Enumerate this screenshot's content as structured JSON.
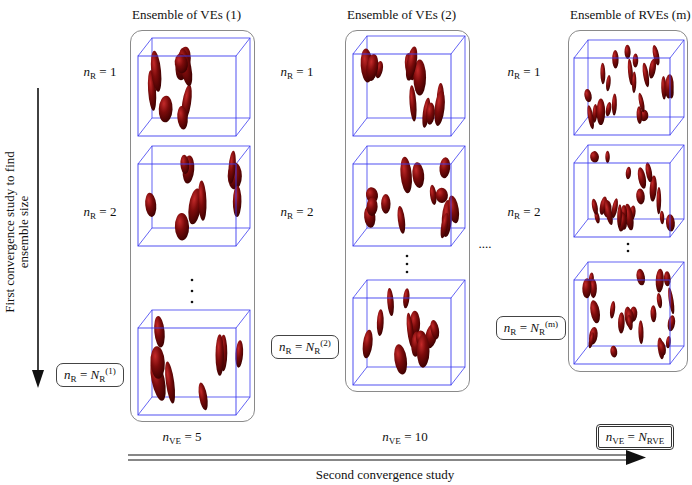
{
  "diagram": {
    "nodes": [
      {
        "text": [
          "Ensemble of VEs (1)"
        ]
      },
      {
        "text": [
          "nR = NR(1)"
        ]
      },
      {
        "text": [
          "Ensemble of VEs (2)"
        ]
      },
      {
        "text": [
          "nR = NR(2)"
        ]
      },
      {
        "text": [
          "Ensemble of RVEs (m)"
        ]
      },
      {
        "text": [
          "nR = NR(m)"
        ]
      },
      {
        "text": [
          "nVE = NRVE"
        ]
      }
    ],
    "labels": [
      "nR = 1",
      "nR = 2",
      "nR = 1",
      "nR = 2",
      "nR = 1",
      "nR = 2",
      "nVE = 5",
      "nVE = 10",
      "....",
      "First convergence study to find ensemble size",
      "Second convergence study"
    ]
  }
}
